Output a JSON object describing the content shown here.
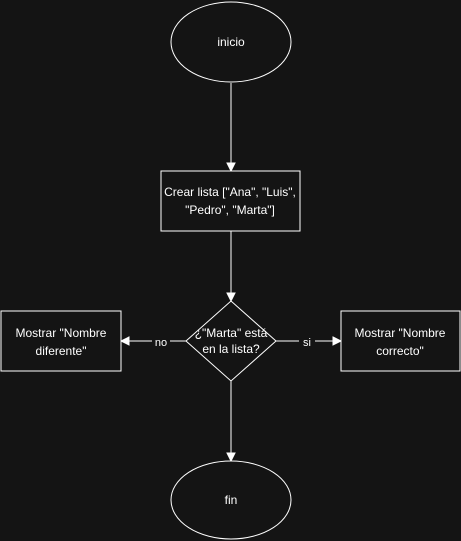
{
  "diagram": {
    "type": "flowchart",
    "background": "#141414",
    "stroke_color": "#ffffff",
    "text_color": "#ffffff",
    "nodes": {
      "start": {
        "shape": "ellipse",
        "lines": [
          "inicio"
        ]
      },
      "create_list": {
        "shape": "rectangle",
        "lines": [
          "Crear lista [\"Ana\", \"Luis\",",
          "\"Pedro\", \"Marta\"]"
        ]
      },
      "decision": {
        "shape": "diamond",
        "lines": [
          "¿\"Marta\" está",
          "en la lista?"
        ]
      },
      "show_different": {
        "shape": "rectangle",
        "lines": [
          "Mostrar \"Nombre",
          "diferente\""
        ]
      },
      "show_correct": {
        "shape": "rectangle",
        "lines": [
          "Mostrar \"Nombre",
          "correcto\""
        ]
      },
      "end": {
        "shape": "ellipse",
        "lines": [
          "fin"
        ]
      }
    },
    "edges": [
      {
        "from": "start",
        "to": "create_list",
        "label": ""
      },
      {
        "from": "create_list",
        "to": "decision",
        "label": ""
      },
      {
        "from": "decision",
        "to": "show_different",
        "label": "no"
      },
      {
        "from": "decision",
        "to": "show_correct",
        "label": "si"
      },
      {
        "from": "decision",
        "to": "end",
        "label": ""
      }
    ]
  }
}
